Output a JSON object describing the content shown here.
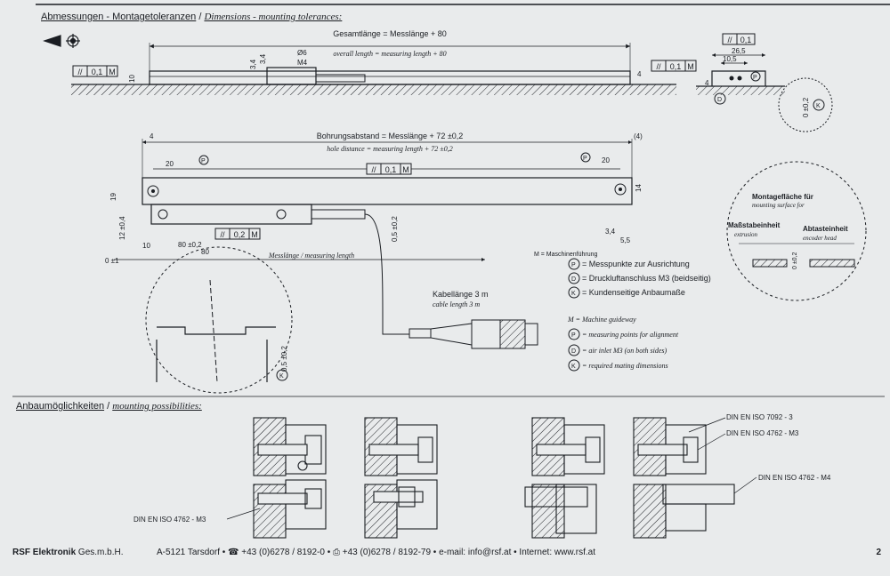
{
  "header": {
    "title_de": "Abmessungen - Montagetoleranzen",
    "title_sep": " / ",
    "title_en": "Dimensions - mounting tolerances:"
  },
  "top_view": {
    "overall_de": "Gesamtlänge = Messlänge + 80",
    "overall_en": "overall length = measuring length + 80",
    "tol_left": [
      "//",
      "0,1",
      "M"
    ],
    "tol_right": [
      "//",
      "0,1",
      "M"
    ],
    "dim_10": "10",
    "dim_34a": "3,4",
    "dim_34b": "3,4",
    "dim_phi6": "Ø6",
    "dim_m4": "M4",
    "dim_4": "4"
  },
  "side_view": {
    "tol": [
      "//",
      "0,1"
    ],
    "dim_265": "26,5",
    "dim_105": "10,5",
    "dim_4": "4",
    "label_d": "D",
    "label_p": "P",
    "label_k": "K",
    "dim_02": "0 ±0,2"
  },
  "front_view": {
    "hole_de": "Bohrungsabstand = Messlänge + 72 ±0,2",
    "hole_en": "hole distance = measuring length + 72 ±0,2",
    "dim_4": "4",
    "dim_4r": "(4)",
    "dim_20l": "20",
    "dim_20r": "20",
    "dim_19": "19",
    "dim_14": "14",
    "dim_12": "12 ±0,4",
    "tol_mid": [
      "//",
      "0,1",
      "M"
    ],
    "tol_low": [
      "//",
      "0,2",
      "M"
    ],
    "dim_80a": "80 ±0,2",
    "dim_80b": "80",
    "dim_10": "10",
    "dim_05": "0,5 ±0,2",
    "dim_34": "3,4",
    "dim_55": "5,5",
    "zero": "0 ±1",
    "meas_len": "Messlänge / measuring length",
    "m_label": "M = Maschinenführung",
    "detail_05": "0,5 ±0,2",
    "label_p": "P",
    "label_k": "K"
  },
  "cable": {
    "de": "Kabellänge 3 m",
    "en": "cable length 3 m"
  },
  "legend": {
    "de": [
      {
        "sym": "P",
        "text": "= Messpunkte zur Ausrichtung"
      },
      {
        "sym": "D",
        "text": "= Druckluftanschluss M3 (beidseitig)"
      },
      {
        "sym": "K",
        "text": "= Kundenseitige Anbaumaße"
      }
    ],
    "en_m": "M = Machine guideway",
    "en": [
      {
        "sym": "P",
        "text": "= measuring points for alignment"
      },
      {
        "sym": "D",
        "text": "= air inlet M3 (on both sides)"
      },
      {
        "sym": "K",
        "text": "= required mating dimensions"
      }
    ]
  },
  "mount_surface": {
    "title_de": "Montagefläche für",
    "title_en": "mounting surface for",
    "scale_de": "Maßstabeinheit",
    "scale_en": "extrusion",
    "head_de": "Abtasteinheit",
    "head_en": "encoder head",
    "dim": "0 ±0,2"
  },
  "mounting": {
    "title_de": "Anbaumöglichkeiten",
    "title_sep": " / ",
    "title_en": "mounting possibilities:",
    "std1": "DIN EN ISO 7092 - 3",
    "std2": "DIN EN ISO 4762 - M3",
    "std3": "DIN EN ISO 4762 - M4",
    "std4": "DIN EN ISO 4762 - M3"
  },
  "footer": {
    "company": "RSF Elektronik",
    "company_suffix": "Ges.m.b.H.",
    "address": "A-5121 Tarsdorf • ☎ +43 (0)6278 / 8192-0 • ⎙ +43 (0)6278 / 8192-79 • e-mail: info@rsf.at • Internet: www.rsf.at",
    "page": "2"
  },
  "colors": {
    "ink": "#1a1d22",
    "paper": "#e9ebec"
  }
}
